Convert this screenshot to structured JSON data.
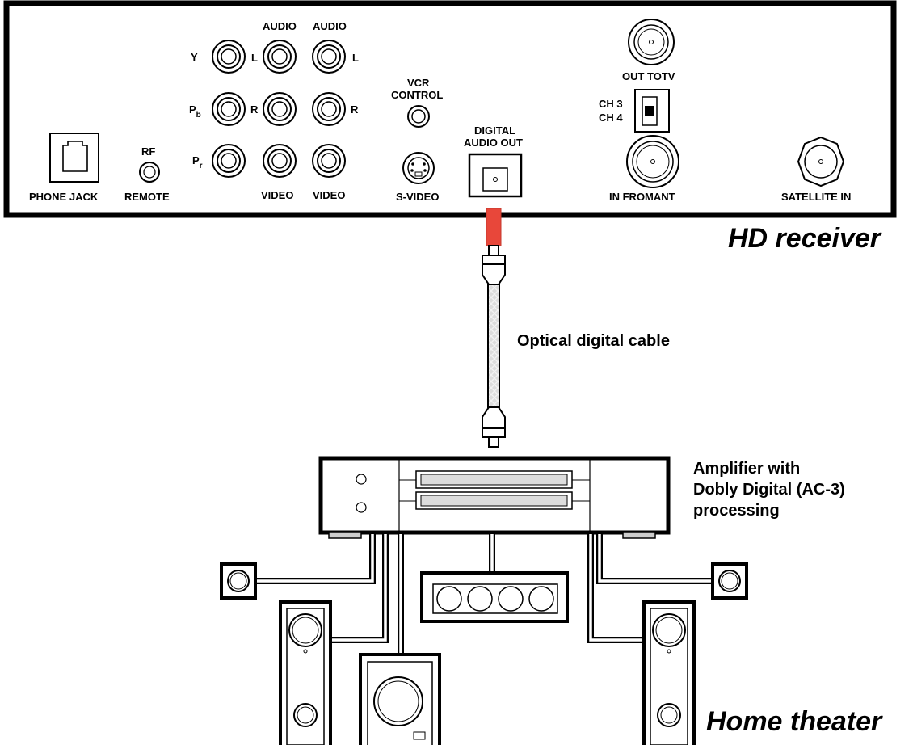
{
  "receiver": {
    "caption": "HD receiver",
    "labels": {
      "phone_jack": "PHONE JACK",
      "rf": "RF",
      "remote": "REMOTE",
      "y": "Y",
      "pb_main": "P",
      "pb_sub": "b",
      "pr_main": "P",
      "pr_sub": "r",
      "audio1": "AUDIO",
      "audio2": "AUDIO",
      "l1": "L",
      "r1": "R",
      "l2": "L",
      "r2": "R",
      "video1": "VIDEO",
      "video2": "VIDEO",
      "vcr1": "VCR",
      "vcr2": "CONTROL",
      "svideo": "S-VIDEO",
      "digital1": "DIGITAL",
      "digital2": "AUDIO OUT",
      "out_to_tv": "OUT TOTV",
      "ch3": "CH 3",
      "ch4": "CH 4",
      "in_from_ant": "IN FROMANT",
      "satellite_in": "SATELLITE IN"
    }
  },
  "cable": {
    "label": "Optical digital cable",
    "accent_color": "#e8473a"
  },
  "amplifier": {
    "line1": "Amplifier with",
    "line2": "Dobly Digital (AC-3)",
    "line3": "processing"
  },
  "home_theater": {
    "caption": "Home theater"
  }
}
